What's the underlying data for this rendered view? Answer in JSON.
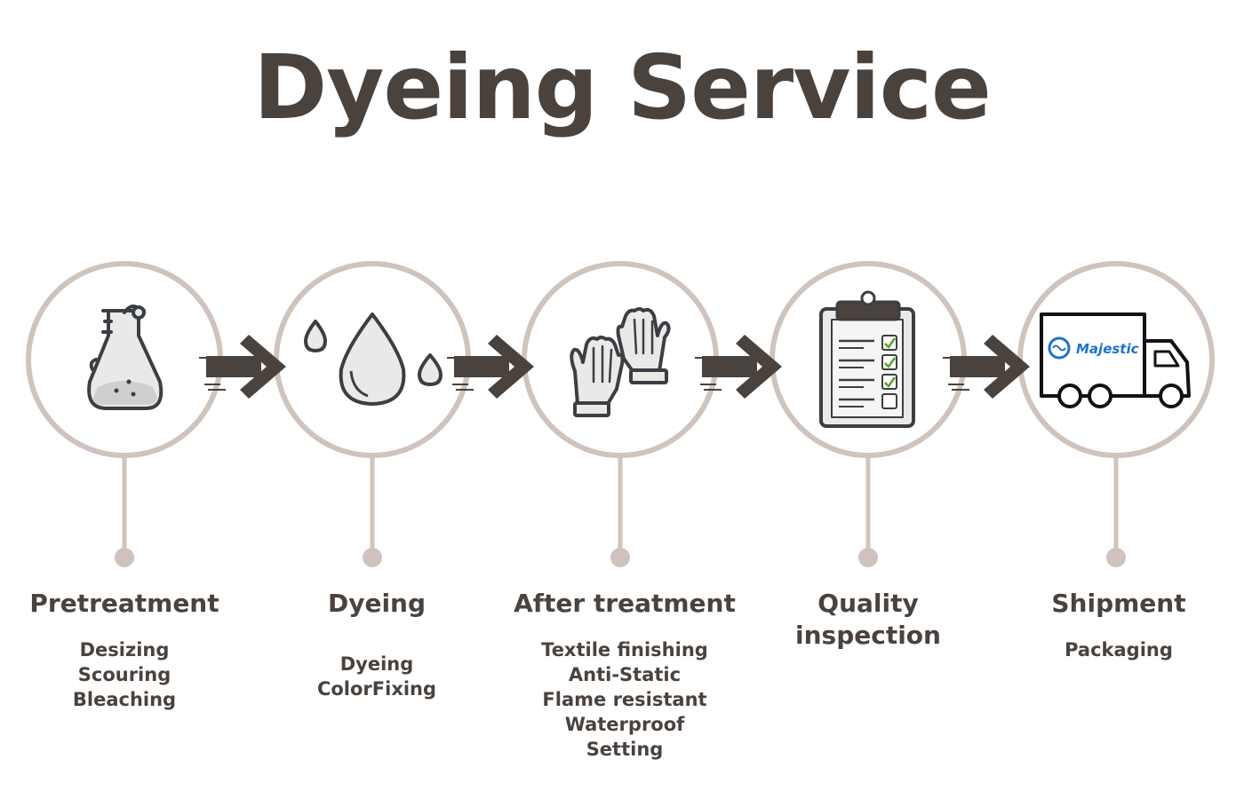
{
  "title": "Dyeing Service",
  "colors": {
    "ring": "#cfc3bd",
    "dark": "#4a423d",
    "icon_fill": "#e9e9e7",
    "check": "#5aa02c",
    "brand_blue": "#1e73c9"
  },
  "steps": [
    {
      "title": "Pretreatment",
      "items": [
        "Desizing",
        "Scouring",
        "Bleaching"
      ],
      "icon": "flask-icon"
    },
    {
      "title": "Dyeing",
      "items": [
        "Dyeing",
        "ColorFixing"
      ],
      "icon": "water-drops-icon"
    },
    {
      "title": "After treatment",
      "items": [
        "Textile finishing",
        "Anti-Static",
        "Flame resistant",
        "Waterproof",
        "Setting"
      ],
      "icon": "gloves-icon"
    },
    {
      "title": "Quality inspection",
      "items": [],
      "icon": "checklist-icon"
    },
    {
      "title": "Shipment",
      "items": [
        "Packaging"
      ],
      "icon": "truck-icon"
    }
  ],
  "truck_logo_text": "Majestic"
}
